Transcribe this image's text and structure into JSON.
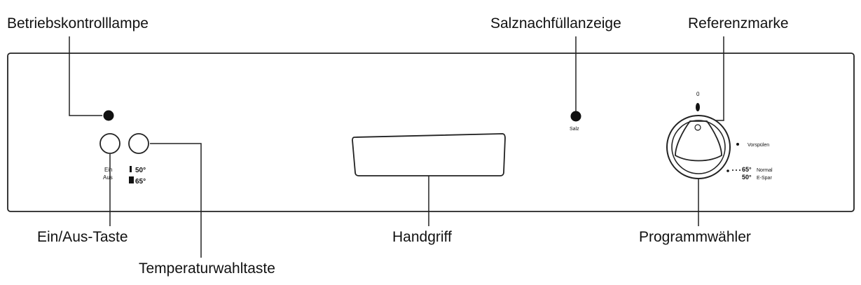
{
  "callouts": {
    "pilot_lamp": "Betriebskontrolllampe",
    "salt_indicator": "Salznachfüllanzeige",
    "reference_mark": "Referenzmarke",
    "power_button": "Ein/Aus-Taste",
    "handle": "Handgriff",
    "program_selector": "Programmwähler",
    "temperature_button": "Temperaturwahltaste"
  },
  "panel": {
    "power_label_top": "Ein",
    "power_label_bottom": "Aus",
    "temp_option_1": "50°",
    "temp_option_2": "65°",
    "salt_label": "Salz",
    "dial_off_label": "0",
    "dial_prewash": "Vorspülen",
    "dial_temp_65": "65°",
    "dial_normal": "Normal",
    "dial_temp_50": "50°",
    "dial_eco": "E-Spar"
  },
  "icons": [
    "indicator-lamp-icon",
    "salt-lamp-icon",
    "dial-pointer-icon"
  ]
}
